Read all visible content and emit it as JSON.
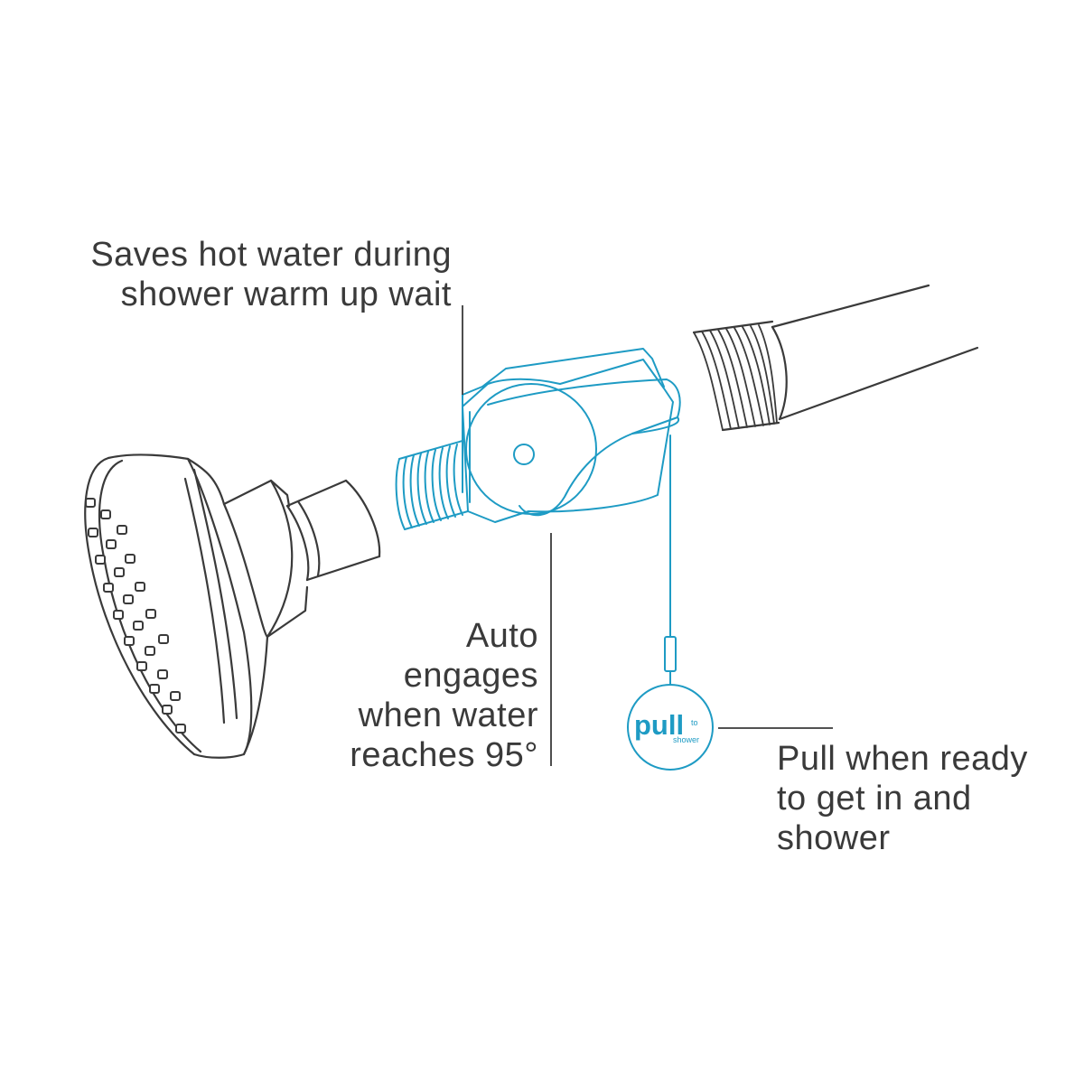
{
  "callouts": {
    "saves": [
      "Saves hot water during",
      "shower warm up wait"
    ],
    "auto": [
      "Auto",
      "engages",
      "when water",
      "reaches 95°"
    ],
    "pull": [
      "Pull when ready",
      "to get in and",
      "shower"
    ]
  },
  "pull_tag": {
    "main": "pull",
    "small_top": "to",
    "small_bottom": "shower"
  },
  "colors": {
    "line": "#3a3a3a",
    "accent": "#1e9bc4",
    "background": "#ffffff"
  }
}
